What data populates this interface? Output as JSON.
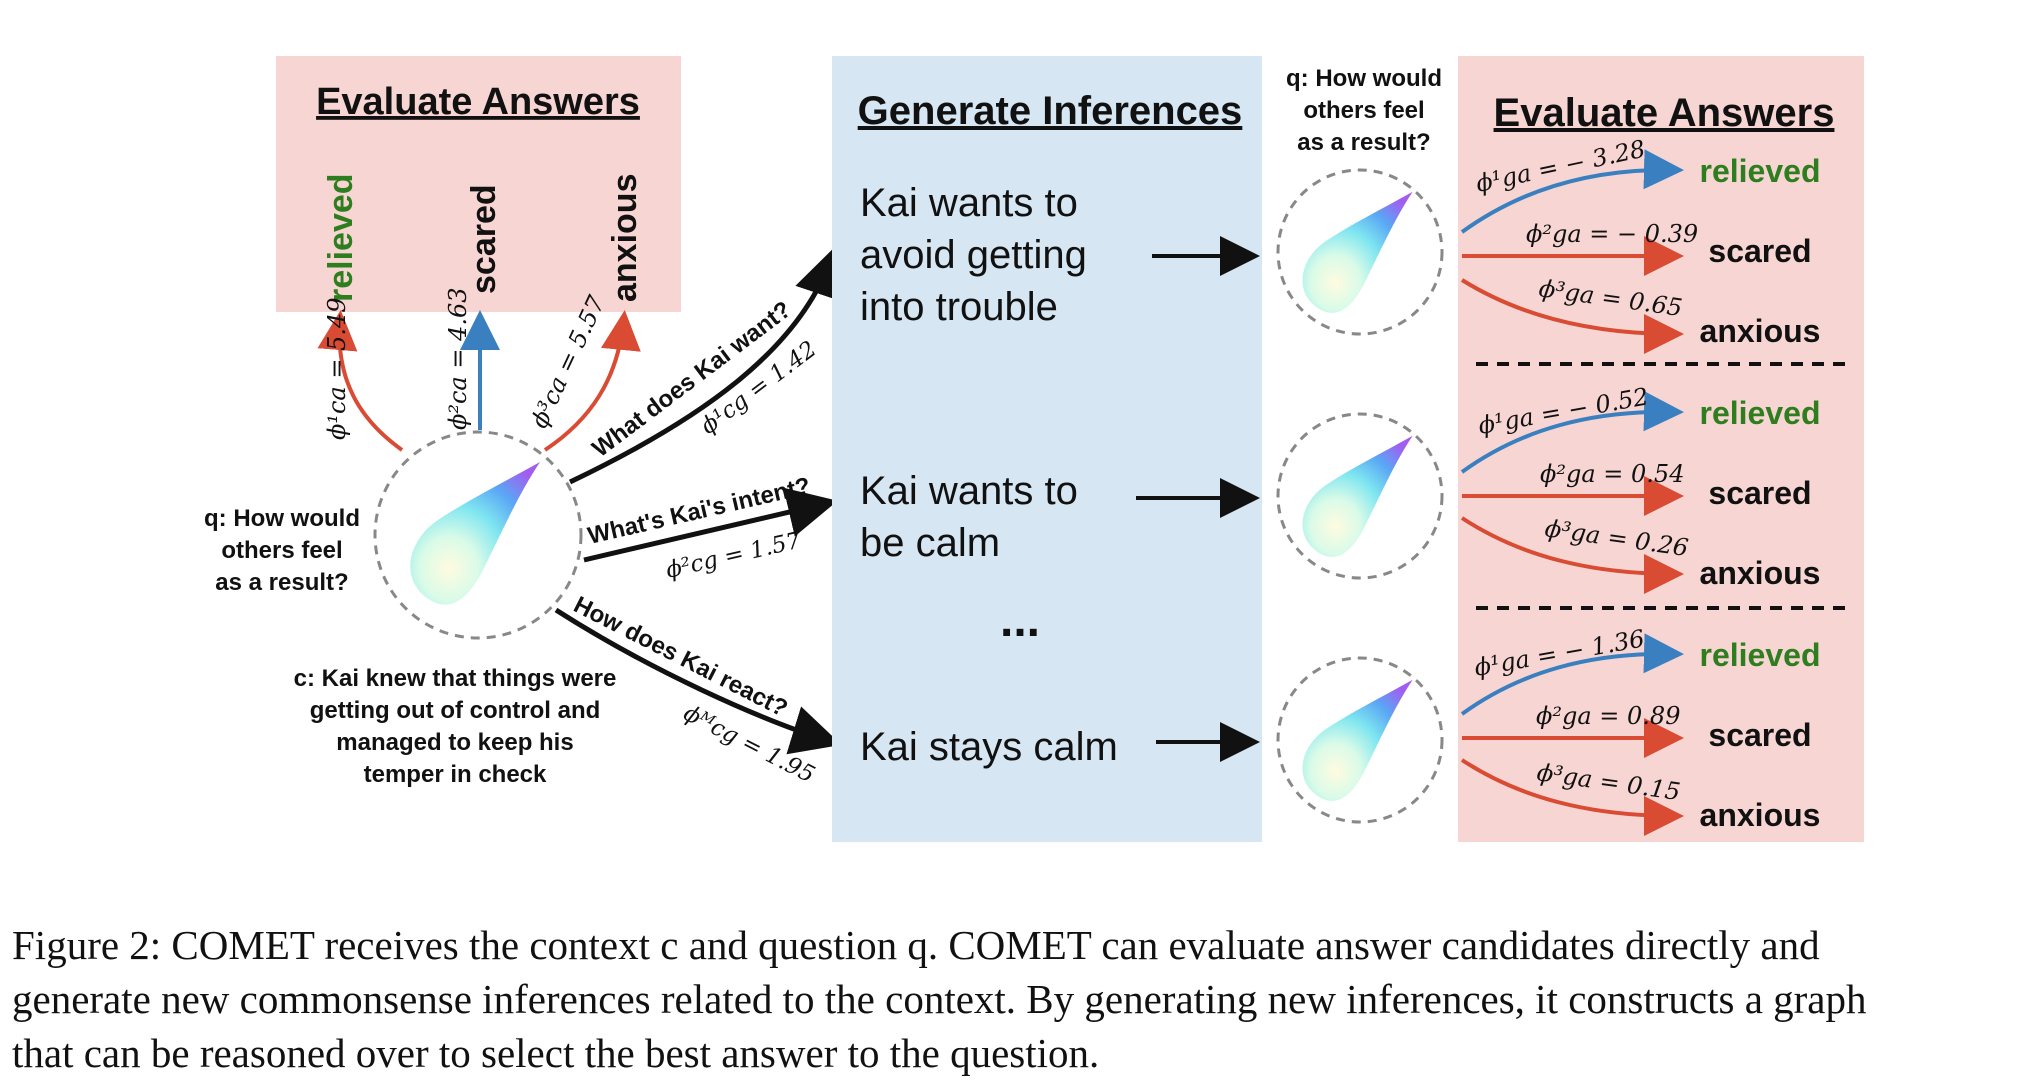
{
  "left_panel": {
    "title": "Evaluate Answers",
    "answers": [
      {
        "label": "relieved",
        "color": "#2e7d1e"
      },
      {
        "label": "scared",
        "color": "#111111"
      },
      {
        "label": "anxious",
        "color": "#111111"
      }
    ],
    "scores": [
      "ϕ¹ca = 5.49",
      "ϕ²ca = 4.63",
      "ϕ³ca = 5.57"
    ]
  },
  "left_question": [
    "q: How would",
    "others feel",
    "as a result?"
  ],
  "context": [
    "c: Kai knew that things were",
    "getting out of control and",
    "managed to keep his",
    "temper in check"
  ],
  "relations": [
    {
      "question": "What does Kai want?",
      "score": "ϕ¹cg = 1.42"
    },
    {
      "question": "What's Kai's intent?",
      "score": "ϕ²cg = 1.57"
    },
    {
      "question": "How does Kai react?",
      "score": "ϕᴹcg = 1.95"
    }
  ],
  "generate_panel": {
    "title": "Generate Inferences",
    "inferences": [
      [
        "Kai wants to",
        "avoid getting",
        "into trouble"
      ],
      [
        "Kai wants to",
        "be calm"
      ],
      [
        "Kai stays calm"
      ]
    ],
    "ellipsis": "..."
  },
  "right_question": [
    "q: How would",
    "others feel",
    "as a result?"
  ],
  "right_panel": {
    "title": "Evaluate Answers",
    "groups": [
      {
        "answers": [
          "relieved",
          "scared",
          "anxious"
        ],
        "scores": [
          "ϕ¹ga = − 3.28",
          "ϕ²ga = − 0.39",
          "ϕ³ga = 0.65"
        ]
      },
      {
        "answers": [
          "relieved",
          "scared",
          "anxious"
        ],
        "scores": [
          "ϕ¹ga = − 0.52",
          "ϕ²ga = 0.54",
          "ϕ³ga = 0.26"
        ]
      },
      {
        "answers": [
          "relieved",
          "scared",
          "anxious"
        ],
        "scores": [
          "ϕ¹ga = − 1.36",
          "ϕ²ga = 0.89",
          "ϕ³ga = 0.15"
        ]
      }
    ]
  },
  "colors": {
    "pink_panel": "#f6d5d2",
    "blue_panel": "#d6e6f2",
    "red_arrow": "#d94b33",
    "blue_arrow": "#3a7fbf",
    "green_text": "#2e7d1e"
  },
  "caption": [
    "Figure 2:  COMET  receives the context c and question q.  COMET  can evaluate answer candidates directly and",
    "generate new commonsense inferences related to the context. By generating new inferences, it constructs a graph",
    "that can be reasoned over to select the best answer to the question."
  ]
}
